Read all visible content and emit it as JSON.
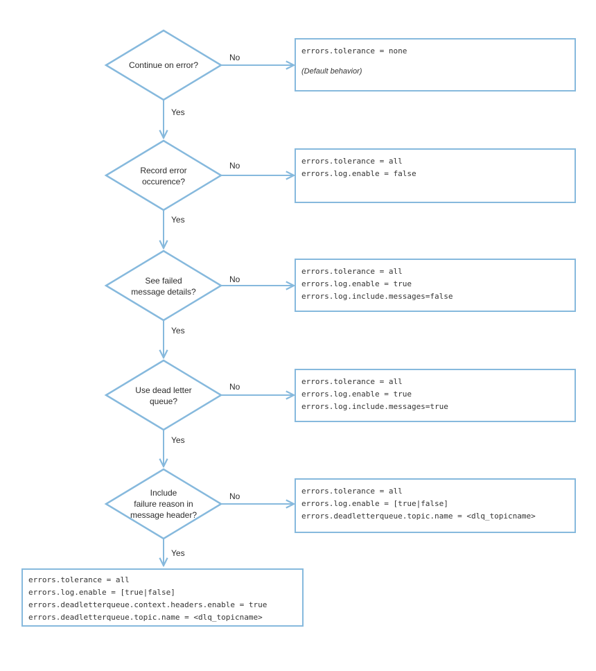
{
  "colors": {
    "stroke": "#86b9dd",
    "text": "#2b2b2b"
  },
  "decisions": [
    {
      "lines": [
        "Continue on error?"
      ]
    },
    {
      "lines": [
        "Record error",
        "occurence?"
      ]
    },
    {
      "lines": [
        "See failed",
        "message details?"
      ]
    },
    {
      "lines": [
        "Use dead letter",
        "queue?"
      ]
    },
    {
      "lines": [
        "Include",
        "failure reason in",
        "message header?"
      ]
    }
  ],
  "edge_labels": {
    "no": "No",
    "yes": "Yes"
  },
  "outcomes": [
    {
      "lines": [
        "errors.tolerance = none"
      ],
      "note": "(Default behavior)"
    },
    {
      "lines": [
        "errors.tolerance = all",
        "errors.log.enable = false"
      ]
    },
    {
      "lines": [
        "errors.tolerance = all",
        "errors.log.enable = true",
        "errors.log.include.messages=false"
      ]
    },
    {
      "lines": [
        "errors.tolerance = all",
        "errors.log.enable = true",
        "errors.log.include.messages=true"
      ]
    },
    {
      "lines": [
        "errors.tolerance = all",
        "errors.log.enable = [true|false]",
        "errors.deadletterqueue.topic.name = <dlq_topicname>"
      ]
    }
  ],
  "final_outcome": {
    "lines": [
      "errors.tolerance = all",
      "errors.log.enable = [true|false]",
      "errors.deadletterqueue.context.headers.enable = true",
      "errors.deadletterqueue.topic.name = <dlq_topicname>"
    ]
  }
}
